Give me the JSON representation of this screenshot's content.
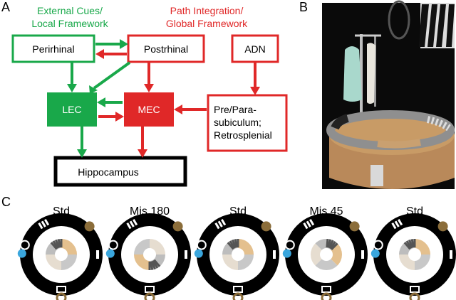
{
  "panels": {
    "a": "A",
    "b": "B",
    "c": "C"
  },
  "colors": {
    "green": "#19a84a",
    "red": "#e02828",
    "black": "#000000",
    "brown": "#8b6d3a",
    "blue": "#3aa6dd",
    "tan": "#e4c08e"
  },
  "diagram": {
    "green_header": [
      "External Cues/",
      "Local Framework"
    ],
    "red_header": [
      "Path Integration/",
      "Global Framework"
    ],
    "nodes": {
      "perirhinal": "Perirhinal",
      "postrhinal": "Postrhinal",
      "adn": "ADN",
      "lec": "LEC",
      "mec": "MEC",
      "pre": [
        "Pre/Para-",
        "subiculum;",
        "Retrosplenial"
      ],
      "hippocampus": "Hippocampus"
    }
  },
  "photo": {
    "description_icon": "photo-apparatus"
  },
  "sessions": [
    {
      "label": "Std"
    },
    {
      "label": "Mis 180"
    },
    {
      "label": "Std"
    },
    {
      "label": "Mis 45"
    },
    {
      "label": "Std"
    }
  ]
}
